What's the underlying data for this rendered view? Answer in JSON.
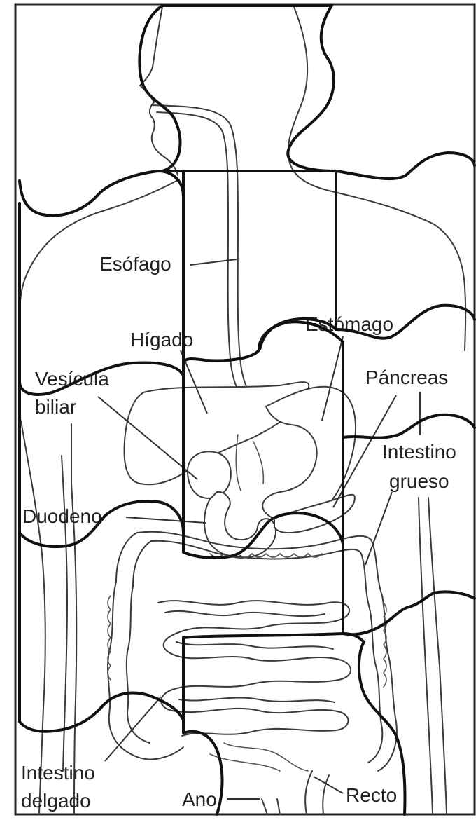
{
  "labels": {
    "esofago": "Esófago",
    "higado": "Hígado",
    "estomago": "Estómago",
    "vesicula_1": "Vesícula",
    "vesicula_2": "biliar",
    "pancreas": "Páncreas",
    "intestino_grueso_1": "Intestino",
    "intestino_grueso_2": "grueso",
    "duodeno": "Duodeno",
    "intestino_delgado_1": "Intestino",
    "intestino_delgado_2": "delgado",
    "ano": "Ano",
    "recto": "Recto"
  },
  "colors": {
    "line": "#3a3a3a",
    "puzzle_outline": "#111111",
    "background": "#ffffff"
  }
}
